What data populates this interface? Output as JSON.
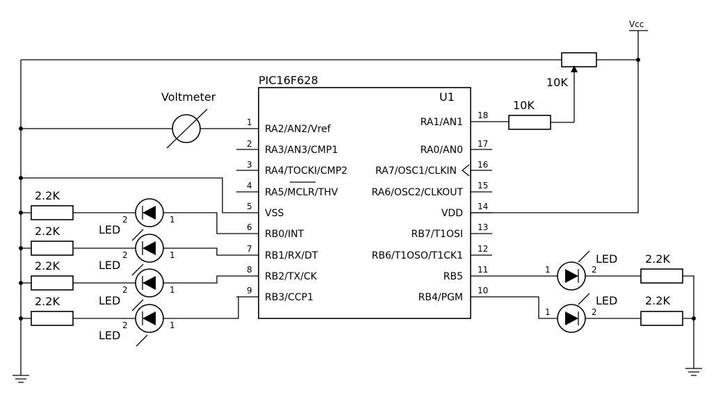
{
  "chip": {
    "part": "PIC16F628",
    "ref": "U1",
    "left_pins": [
      {
        "num": "1",
        "name": "RA2/AN2/Vref"
      },
      {
        "num": "2",
        "name": "RA3/AN3/CMP1"
      },
      {
        "num": "3",
        "name": "RA4/TOCKI/CMP2"
      },
      {
        "num": "4",
        "name": "RA5/MCLR/THV"
      },
      {
        "num": "5",
        "name": "VSS"
      },
      {
        "num": "6",
        "name": "RB0/INT"
      },
      {
        "num": "7",
        "name": "RB1/RX/DT"
      },
      {
        "num": "8",
        "name": "RB2/TX/CK"
      },
      {
        "num": "9",
        "name": "RB3/CCP1"
      }
    ],
    "right_pins": [
      {
        "num": "18",
        "name": "RA1/AN1"
      },
      {
        "num": "17",
        "name": "RA0/AN0"
      },
      {
        "num": "16",
        "name": "RA7/OSC1/CLKIN"
      },
      {
        "num": "15",
        "name": "RA6/OSC2/CLKOUT"
      },
      {
        "num": "14",
        "name": "VDD"
      },
      {
        "num": "13",
        "name": "RB7/T1OSI"
      },
      {
        "num": "12",
        "name": "RB6/T1OSO/T1CK1"
      },
      {
        "num": "11",
        "name": "RB5"
      },
      {
        "num": "10",
        "name": "RB4/PGM"
      }
    ]
  },
  "supply": {
    "vcc": "Vcc"
  },
  "voltmeter": {
    "label": "Voltmeter"
  },
  "pot": {
    "label": "10K"
  },
  "series_resistor": {
    "label": "10K"
  },
  "left_leds": [
    {
      "resistor": "2.2K",
      "led": "LED",
      "anode": "2",
      "cathode": "1"
    },
    {
      "resistor": "2.2K",
      "led": "LED",
      "anode": "2",
      "cathode": "1"
    },
    {
      "resistor": "2.2K",
      "led": "LED",
      "anode": "2",
      "cathode": "1"
    },
    {
      "resistor": "2.2K",
      "led": "LED",
      "anode": "2",
      "cathode": "1"
    }
  ],
  "right_leds": [
    {
      "resistor": "2.2K",
      "led": "LED",
      "anode": "1",
      "cathode": "2"
    },
    {
      "resistor": "2.2K",
      "led": "LED",
      "anode": "1",
      "cathode": "2"
    }
  ]
}
